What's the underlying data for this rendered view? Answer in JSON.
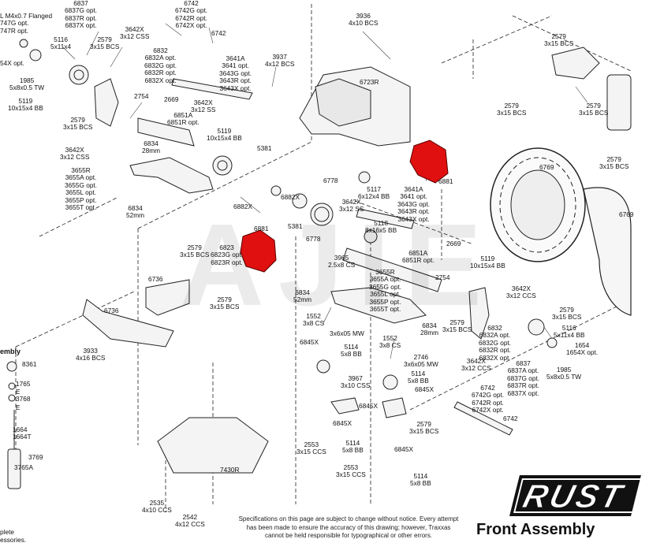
{
  "watermark": "AJIE",
  "footer_note": "Specifications on this page are subject to change without notice. Every attempt has been made to ensure the accuracy of this drawing; however, Traxxas cannot be held responsible for typographical or other errors.",
  "page_title": "Front Assembly",
  "logo_text": "RUST",
  "highlight_color": "#e01010",
  "left_cut_text": {
    "assembly": "embly",
    "complete": "plete",
    "accessories": "essories."
  },
  "callouts": {
    "p6837_top": "6837\n6837G opt.\n6837R opt.\n6837X opt.",
    "p_flanged": "L M4x0.7 Flanged\n747G opt.\n747R opt.",
    "p6742_top": "6742\n6742G opt.\n6742R opt.\n6742X opt.",
    "p6742_top_b": "6742",
    "p3936": "3936\n4x10 BCS",
    "p2579_a": "2579\n3x15 BCS",
    "p5116_top": "5116\n5x11x4",
    "p3642x_top": "3642X\n3x12 CSS",
    "p6832_top": "6832\n6832A opt.\n6832G opt.\n6832R opt.\n6832X opt.",
    "p3641a_top": "3641A\n3641 opt.\n3643G opt.\n3643R opt.\n3643X opt.",
    "p3937": "3937\n4x12 BCS",
    "p2579_tr": "2579\n3x15 BCS",
    "p1985_top": "1985\n5x8x0.5 TW",
    "p_54x": "54X opt.",
    "p5119_top": "5119\n10x15x4 BB",
    "p2754_top": "2754",
    "p2669_top": "2669",
    "p3642x_mid": "3642X\n3x12 SS",
    "p6723r": "6723R",
    "p2579_r1": "2579\n3x15 BCS",
    "p2579_r2": "2579\n3x15 BCS",
    "p2579_l": "2579\n3x15 BCS",
    "p6851a_top": "6851A\n6851R opt.",
    "p5119_mid": "5119\n10x15x4 BB",
    "p6834_top": "6834\n28mm",
    "p3642x_left": "3642X\n3x12 CSS",
    "p5381_top": "5381",
    "p2579_rr": "2579\n3x15 BCS",
    "p6769": "6769",
    "p6769_cut": "6769",
    "p3655r_top": "3655R\n3655A opt.\n3655G opt.\n3655L opt.\n3655P opt.\n3655T opt.",
    "p6834_left": "6834\n52mm",
    "p6882x_a": "6882X",
    "p6882x_b": "6882X",
    "p6778_a": "6778",
    "p5117": "5117\n6x12x4 BB",
    "p3642x_c": "3642X\n3x12 SS",
    "p3641a_mid": "3641A\n3641 opt.\n3643G opt.\n3643R opt.\n3643X opt.",
    "p6881_r": "6881",
    "p6881_l": "6881",
    "p5381_mid": "5381",
    "p5118": "5118\n8x16x5 BB",
    "p6778_b": "6778",
    "p2669_mid": "2669",
    "p2579_mid": "2579\n3x15 BCS",
    "p6823": "6823\n6823G opt.\n6823R opt.",
    "p3965": "3965\n2.5x8 CS",
    "p6851a_mid": "6851A\n6851R opt.",
    "p5119_r": "5119\n10x15x4 BB",
    "p6736_a": "6736",
    "p2579_bl": "2579\n3x15 BCS",
    "p3655r_mid": "3655R\n3655A opt.\n3655G opt.\n3655L opt.\n3655P opt.\n3655T opt.",
    "p2754_mid": "2754",
    "p3642x_r": "3642X\n3x12 CCS",
    "p6834_52": "6834\n52mm",
    "p6736_b": "6736",
    "p1552_a": "1552\n3x8 CS",
    "p2746_a": "3x6x05 MW",
    "p6834_28": "6834\n28mm",
    "p2579_c": "2579\n3x15 BCS",
    "p6832_r": "6832\n6832A opt.\n6832G opt.\n6832R opt.\n6832X opt.",
    "p2579_rr2": "2579\n3x15 BCS",
    "p5116_r": "5116\n5x11x4 BB",
    "p1654": "1654\n1654X opt.",
    "p3933": "3933\n4x16 BCS",
    "p6845x_a": "6845X",
    "p5114_a": "5114\n5x8 BB",
    "p1552_b": "1552\n3x8 CS",
    "p2746_b": "2746\n3x6x05 MW",
    "p3642x_rb": "3642X\n3x12 CCS",
    "p6837_r": "6837\n6837A opt.\n6837G opt.\n6837R opt.\n6837X opt.",
    "p1985_r": "1985\n5x8x0.5 TW",
    "p3967": "3967\n3x10 CSS",
    "p5114_b": "5114\n5x8 BB",
    "p6845x_b": "6845X",
    "p6742_r": "6742\n6742G opt.\n6742R opt.\n6742X opt.",
    "p6742_rb": "6742",
    "p6845x_c": "6845X",
    "p6845x_d": "6845X",
    "p2579_bm": "2579\n3x15 BCS",
    "p2553_a": "2553\n3x15 CCS",
    "p5114_c": "5114\n5x8 BB",
    "p6845x_e": "6845X",
    "p7430r": "7430R",
    "p2553_b": "2553\n3x15 CCS",
    "p5114_d": "5114\n5x8 BB",
    "p2535": "2535\n4x10 CCS",
    "p2542": "2542\n4x12 CCS",
    "p8361": "8361",
    "p1765": "1765",
    "p_e1": "E",
    "p3768": "3768",
    "p_e2": "E",
    "p1664": "1664\n1664T",
    "p3769": "3769",
    "p3765a": "3765A"
  }
}
